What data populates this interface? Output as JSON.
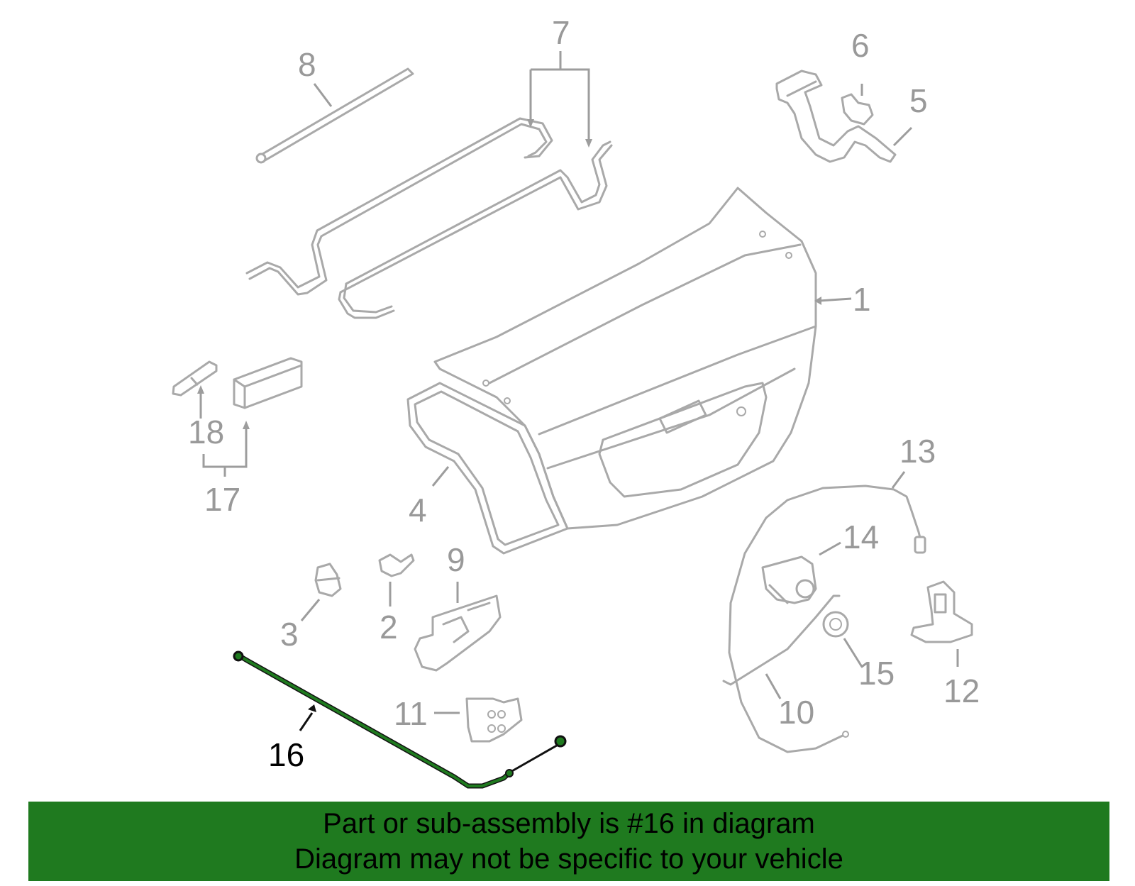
{
  "callouts": {
    "c1": "1",
    "c2": "2",
    "c3": "3",
    "c4": "4",
    "c5": "5",
    "c6": "6",
    "c7": "7",
    "c8": "8",
    "c9": "9",
    "c10": "10",
    "c11": "11",
    "c12": "12",
    "c13": "13",
    "c14": "14",
    "c15": "15",
    "c16": "16",
    "c17": "17",
    "c18": "18"
  },
  "highlighted_part": "16",
  "colors": {
    "highlight": "#1f7a1f",
    "part_stroke": "#a9a9a9",
    "banner_bg": "#1f7a1f"
  },
  "banner": {
    "line1": "Part or sub-assembly is #16 in diagram",
    "line2": "Diagram may not be specific to your vehicle"
  }
}
